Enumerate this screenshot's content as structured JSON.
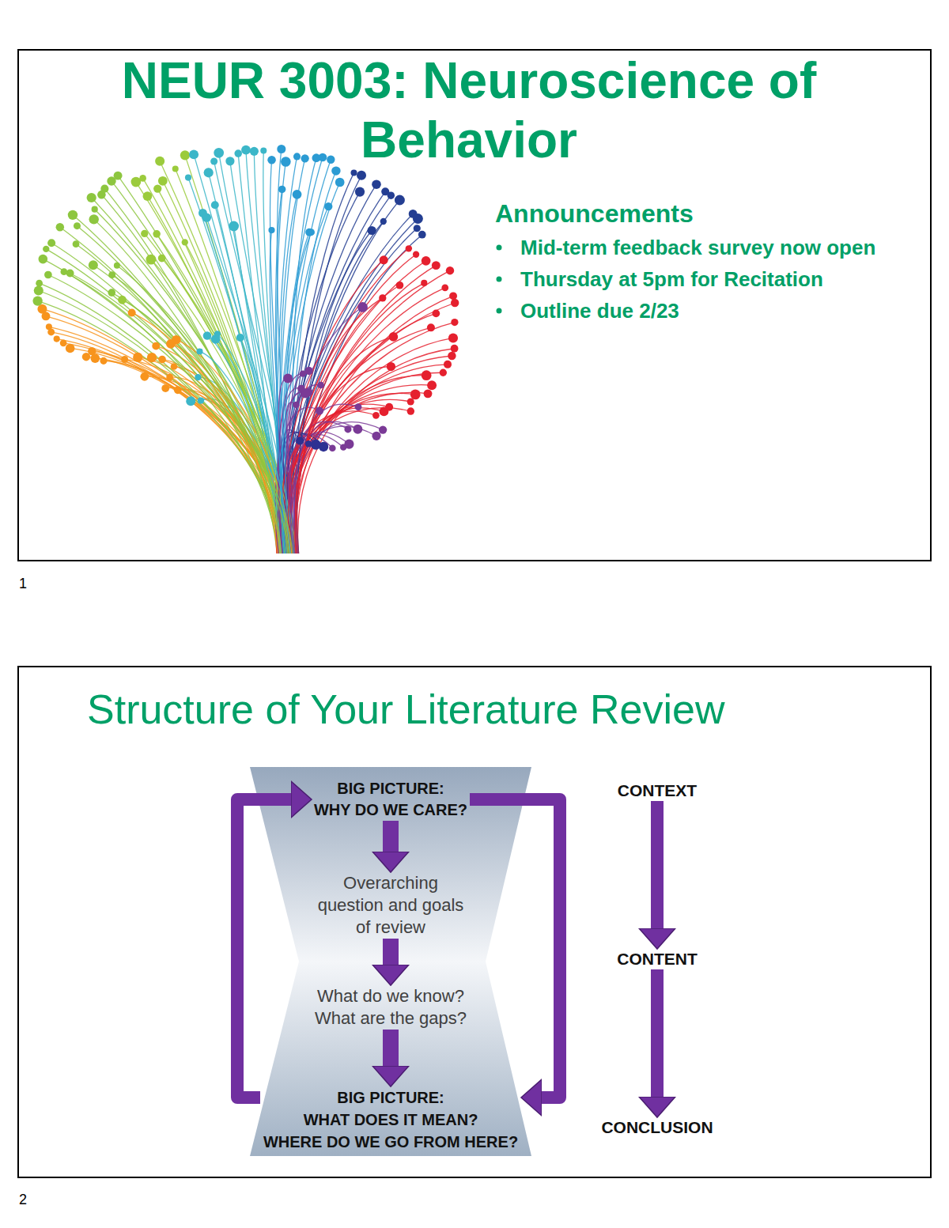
{
  "diagram": {
    "nodes": [
      {
        "text": [
          "NEUR 3003: Neuroscience of Behavior",
          "Announcements",
          "Mid-term feedback survey now open",
          "Thursday at 5pm for Recitation",
          "Outline due 2/23"
        ]
      },
      {
        "text": [
          "Structure of Your Literature Review"
        ]
      },
      {
        "text": [],
        "in": 1
      },
      {
        "text": [
          "BIG PICTURE:",
          "WHY DO WE CARE?"
        ],
        "in": 2
      },
      {
        "text": [
          "Overarching question and goals of review"
        ],
        "in": 2
      },
      {
        "text": [
          "What do we know? What are the gaps?"
        ],
        "in": 2
      },
      {
        "text": [
          "BIG PICTURE:",
          "WHAT DOES IT MEAN?",
          "WHERE DO WE GO FROM HERE?"
        ],
        "in": 2
      },
      {
        "text": [
          "CONTEXT"
        ],
        "in": 1
      },
      {
        "text": [
          "CONTENT"
        ],
        "in": 1
      },
      {
        "text": [
          "CONCLUSION"
        ],
        "in": 1
      }
    ],
    "edges": [
      {
        "from": 3,
        "to": 4,
        "arrow": "to"
      },
      {
        "from": 4,
        "to": 5,
        "arrow": "to"
      },
      {
        "from": 5,
        "to": 6,
        "arrow": "to"
      },
      {
        "from": 6,
        "to": 3,
        "arrow": "to"
      },
      {
        "from": 3,
        "to": 6,
        "arrow": "to"
      },
      {
        "from": 7,
        "to": 8,
        "arrow": "to"
      },
      {
        "from": 8,
        "to": 9,
        "arrow": "to"
      }
    ],
    "labels": [
      "1",
      "2"
    ]
  }
}
